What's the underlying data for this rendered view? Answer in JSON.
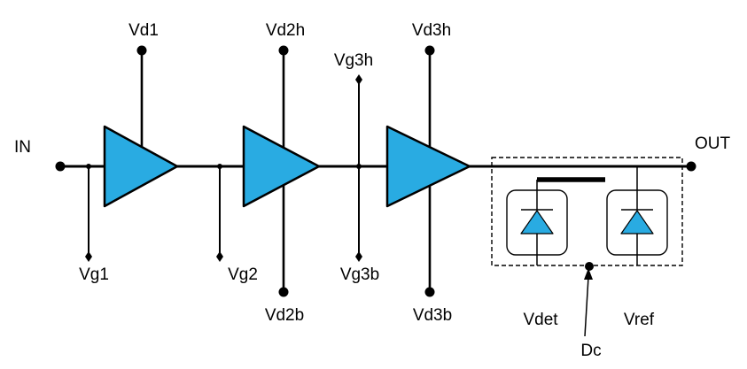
{
  "diagram": {
    "labels": {
      "in": "IN",
      "out": "OUT",
      "vd1": "Vd1",
      "vg1": "Vg1",
      "vd2h": "Vd2h",
      "vd2b": "Vd2b",
      "vg2": "Vg2",
      "vg3h": "Vg3h",
      "vg3b": "Vg3b",
      "vd3h": "Vd3h",
      "vd3b": "Vd3b",
      "vdet": "Vdet",
      "vref": "Vref",
      "dc": "Dc"
    },
    "colors": {
      "amp_fill": "#29ABE2",
      "diode_fill": "#29ABE2",
      "line": "#000000",
      "background": "#FFFFFF"
    }
  }
}
